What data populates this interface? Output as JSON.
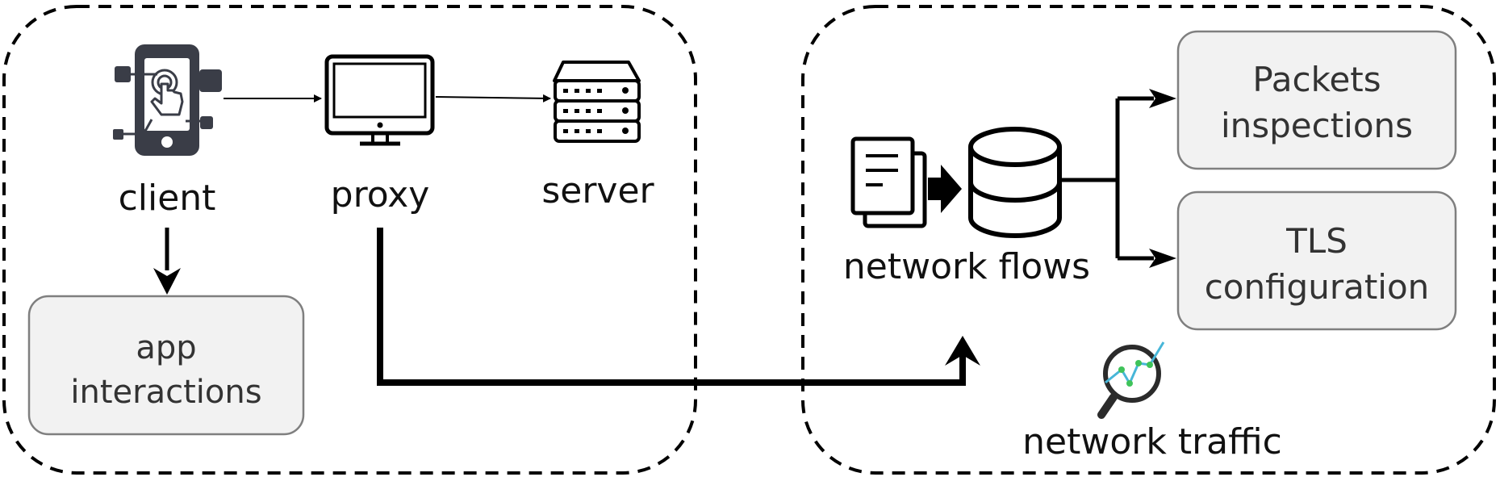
{
  "left_panel": {
    "client_label": "client",
    "proxy_label": "proxy",
    "server_label": "server",
    "app_box": {
      "line1": "app",
      "line2": "interactions"
    }
  },
  "right_panel": {
    "flows_label": "network flows",
    "packets_box": {
      "line1": "Packets",
      "line2": "inspections"
    },
    "tls_box": {
      "line1": "TLS",
      "line2": "configuration"
    },
    "traffic_label": "network traffic"
  },
  "colors": {
    "stroke": "#000000",
    "box_fill": "#f2f2f2",
    "box_stroke": "#7f7f7f",
    "phone": "#3a3d47",
    "magnifier_accent": "#3fc35a",
    "magnifier_line": "#47b6d8"
  }
}
